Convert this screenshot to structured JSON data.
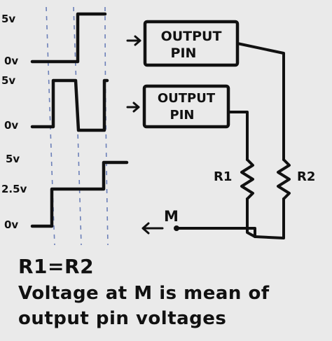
{
  "waveform_labels": {
    "top_high": "5v",
    "top_low": "0v",
    "mid_high": "5v",
    "mid_low": "0v",
    "bot_high": "5v",
    "bot_mid": "2.5v",
    "bot_low": "0v"
  },
  "boxes": {
    "top": {
      "line1": "OUTPUT",
      "line2": "PIN"
    },
    "bottom": {
      "line1": "OUTPUT",
      "line2": "PIN"
    }
  },
  "resistors": {
    "r1": "R1",
    "r2": "R2"
  },
  "node": {
    "label": "M"
  },
  "notes": {
    "equation": "R1=R2",
    "line1": "Voltage at M is mean of",
    "line2": "output pin voltages"
  },
  "colors": {
    "ink": "#111111",
    "dashed": "#6b7fb8",
    "paper": "#eaeaea"
  }
}
